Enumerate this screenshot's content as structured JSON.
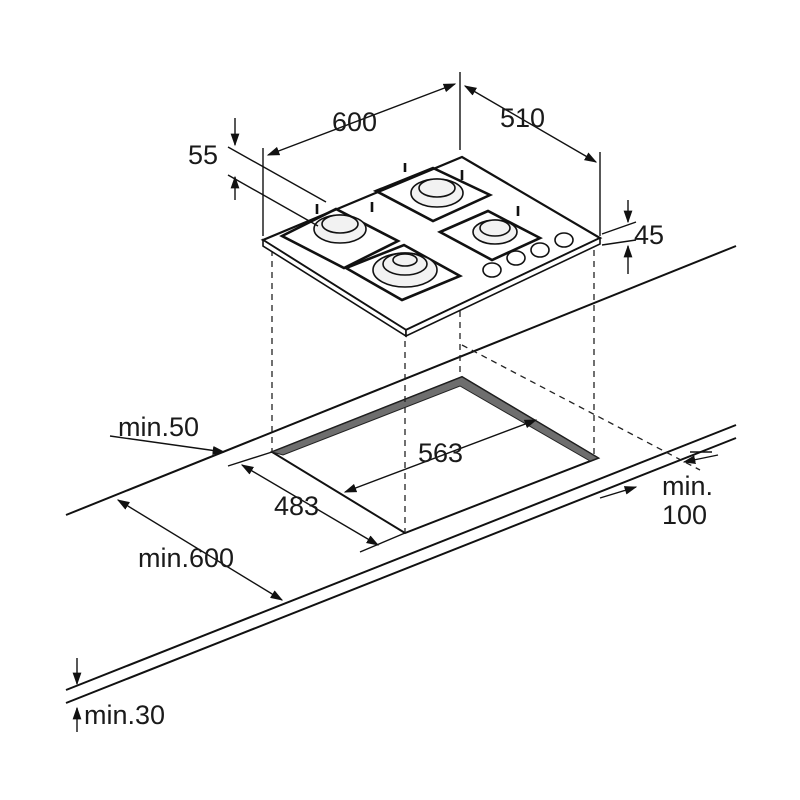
{
  "dimensions": {
    "width": "600",
    "depth": "510",
    "top_offset": "55",
    "height": "45",
    "cutout_width": "563",
    "cutout_depth": "483",
    "wall_distance": "min.50",
    "worktop_depth": "min.600",
    "worktop_thickness": "min.30",
    "rear_distance_line1": "min.",
    "rear_distance_line2": "100"
  },
  "colors": {
    "line": "#111111",
    "cutout_edge": "#555555"
  },
  "icons": [
    "dimension-arrow-icon",
    "gas-burner-icon",
    "control-knob-icon",
    "pan-support-icon"
  ]
}
